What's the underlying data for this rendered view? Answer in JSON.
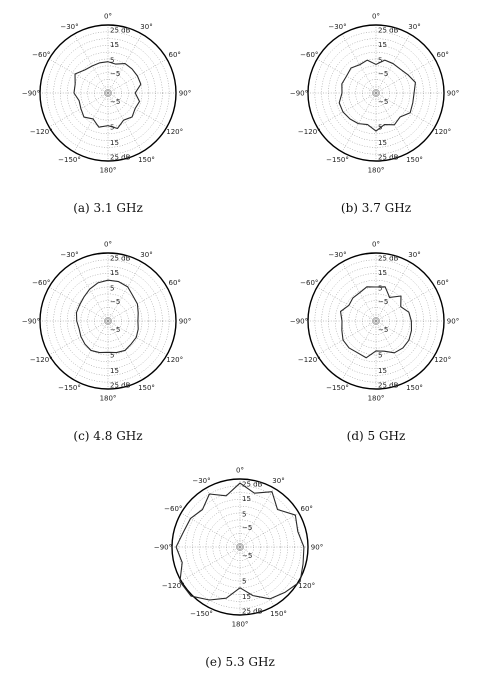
{
  "panel_captions": [
    "(a) 3.1 GHz",
    "(b) 3.7 GHz",
    "(c) 4.8 GHz",
    "(d) 5 GHz",
    "(e) 5.3 GHz"
  ],
  "chart_data": [
    {
      "type": "polar-line",
      "caption": "(a) 3.1 GHz",
      "angle_ticks_deg": [
        0,
        30,
        60,
        90,
        120,
        150,
        180,
        -150,
        -120,
        -90,
        -60,
        -30
      ],
      "angle_tick_labels": [
        "0°",
        "30°",
        "60°",
        "90°",
        "120°",
        "150°",
        "180°",
        "−150°",
        "−120°",
        "−90°",
        "−60°",
        "−30°"
      ],
      "radial_tick_labels_upper": [
        "25 dB",
        "15",
        "5",
        "−5"
      ],
      "radial_tick_labels_lower": [
        "−5",
        "5",
        "15",
        "25 dB"
      ],
      "r_range_db": [
        -25,
        25
      ],
      "grid": true,
      "series": [
        {
          "angles_deg": [
            0,
            15,
            30,
            45,
            60,
            75,
            90,
            105,
            120,
            135,
            150,
            165,
            180,
            195,
            210,
            225,
            240,
            255,
            270,
            285,
            300,
            315,
            330,
            345
          ],
          "values_db": [
            -2,
            -3,
            0,
            0,
            0,
            0,
            -5,
            -1,
            -2,
            0,
            -2,
            2,
            -1,
            1,
            -3,
            0,
            -2,
            -3,
            0,
            0,
            3,
            -1,
            -2,
            -2
          ]
        }
      ]
    },
    {
      "type": "polar-line",
      "caption": "(b) 3.7 GHz",
      "angle_ticks_deg": [
        0,
        30,
        60,
        90,
        120,
        150,
        180,
        -150,
        -120,
        -90,
        -60,
        -30
      ],
      "angle_tick_labels": [
        "0°",
        "30°",
        "60°",
        "90°",
        "120°",
        "150°",
        "180°",
        "−150°",
        "−120°",
        "−90°",
        "−60°",
        "−30°"
      ],
      "radial_tick_labels_upper": [
        "25 dB",
        "15",
        "5",
        "−5"
      ],
      "radial_tick_labels_lower": [
        "−5",
        "5",
        "15",
        "25 dB"
      ],
      "r_range_db": [
        -25,
        25
      ],
      "grid": true,
      "series": [
        {
          "angles_deg": [
            0,
            15,
            30,
            45,
            60,
            75,
            90,
            105,
            120,
            135,
            150,
            165,
            180,
            195,
            210,
            225,
            240,
            255,
            270,
            285,
            300,
            315,
            330,
            345
          ],
          "values_db": [
            -4,
            0,
            0,
            0,
            2,
            5,
            3,
            3,
            4,
            0,
            2,
            -1,
            3,
            -1,
            1,
            2,
            3,
            3,
            0,
            1,
            0,
            1,
            -1,
            0
          ]
        }
      ]
    },
    {
      "type": "polar-line",
      "caption": "(c) 4.8 GHz",
      "angle_ticks_deg": [
        0,
        30,
        60,
        90,
        120,
        150,
        180,
        -150,
        -120,
        -90,
        -60,
        -30
      ],
      "angle_tick_labels": [
        "0°",
        "30°",
        "60°",
        "90°",
        "120°",
        "150°",
        "180°",
        "−150°",
        "−120°",
        "−90°",
        "−60°",
        "−30°"
      ],
      "radial_tick_labels_upper": [
        "25 dB",
        "15",
        "5",
        "−5"
      ],
      "radial_tick_labels_lower": [
        "−5",
        "5",
        "15",
        "25 dB"
      ],
      "r_range_db": [
        -25,
        25
      ],
      "grid": true,
      "series": [
        {
          "angles_deg": [
            0,
            15,
            30,
            45,
            60,
            75,
            90,
            105,
            120,
            135,
            150,
            165,
            180,
            195,
            210,
            225,
            240,
            255,
            270,
            285,
            300,
            315,
            330,
            345
          ],
          "values_db": [
            5,
            5,
            4,
            1,
            0,
            -2,
            -3,
            -2,
            -1,
            -1,
            0,
            -1,
            -2,
            -1,
            0,
            -1,
            -2,
            -3,
            -2,
            -1,
            -1,
            0,
            2,
            4
          ]
        }
      ]
    },
    {
      "type": "polar-line",
      "caption": "(d) 5 GHz",
      "angle_ticks_deg": [
        0,
        30,
        60,
        90,
        120,
        150,
        180,
        -150,
        -120,
        -90,
        -60,
        -30
      ],
      "angle_tick_labels": [
        "0°",
        "30°",
        "60°",
        "90°",
        "120°",
        "150°",
        "180°",
        "−150°",
        "−120°",
        "−90°",
        "−60°",
        "−30°"
      ],
      "radial_tick_labels_upper": [
        "25 dB",
        "15",
        "5",
        "−5"
      ],
      "radial_tick_labels_lower": [
        "−5",
        "5",
        "15",
        "25 dB"
      ],
      "r_range_db": [
        -25,
        25
      ],
      "grid": true,
      "series": [
        {
          "angles_deg": [
            0,
            15,
            30,
            45,
            60,
            75,
            90,
            105,
            120,
            135,
            150,
            165,
            180,
            195,
            210,
            225,
            240,
            255,
            270,
            285,
            300,
            315,
            330,
            345
          ],
          "values_db": [
            0,
            1,
            -5,
            1,
            -4,
            0,
            1,
            2,
            3,
            3,
            2,
            -2,
            -3,
            3,
            2,
            3,
            3,
            1,
            0,
            2,
            -2,
            -1,
            -1,
            1
          ]
        }
      ]
    },
    {
      "type": "polar-line",
      "caption": "(e) 5.3 GHz",
      "angle_ticks_deg": [
        0,
        30,
        60,
        90,
        120,
        150,
        180,
        -150,
        -120,
        -90,
        -60,
        -30
      ],
      "angle_tick_labels": [
        "0°",
        "30°",
        "60°",
        "90°",
        "120°",
        "150°",
        "180°",
        "−150°",
        "−120°",
        "−90°",
        "−60°",
        "−30°"
      ],
      "radial_tick_labels_upper": [
        "25 dB",
        "15",
        "5",
        "−5"
      ],
      "radial_tick_labels_lower": [
        "−5",
        "5",
        "15",
        "25 dB"
      ],
      "r_range_db": [
        -25,
        25
      ],
      "grid": true,
      "series": [
        {
          "angles_deg": [
            0,
            15,
            30,
            45,
            60,
            75,
            90,
            105,
            120,
            135,
            150,
            165,
            180,
            195,
            210,
            225,
            240,
            255,
            270,
            285,
            300,
            315,
            330,
            345
          ],
          "values_db": [
            22,
            16,
            22,
            14,
            22,
            19,
            22,
            23,
            26,
            22,
            19,
            12,
            5,
            14,
            20,
            26,
            26,
            19,
            22,
            18,
            17,
            14,
            20,
            14
          ]
        }
      ]
    }
  ]
}
